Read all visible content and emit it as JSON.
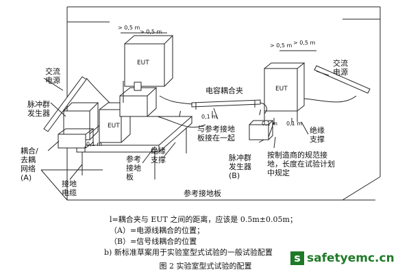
{
  "labels": {
    "ac_power_left": "交流\n电源",
    "burst_gen_left": "脉冲群\n发生器",
    "coupling_network": "耦合/\n去耦\n网络\n(A)",
    "ground_cable": "接地\n电缆",
    "eut_upper": "EUT",
    "eut_lower": "EUT",
    "eut_right": "EUT",
    "ref_ground_plane_table": "参考\n接地\n板",
    "insulating_support_mid": "绝缘\n支撑",
    "capacitive_clamp": "电容耦合夹",
    "connect_to_ref_plane": "与参考接地\n板接在一起",
    "burst_gen_right": "脉冲群\n发生器\n(B)",
    "ground_per_spec": "按制造商的规范接\n地，长度在试验计划\n中规定",
    "insulating_support_right": "绝缘\n支撑",
    "ac_power_right": "交流\n电源",
    "ref_ground_plane_floor": "参考接地板",
    "marker_l1": "l",
    "marker_l2": "l"
  },
  "dimensions": {
    "top_left_a": "> 0,5 m",
    "top_left_b": "> 0,5 m",
    "top_right_a": "> 0,5 m",
    "top_right_b": "> 0,5 m",
    "table_height": "0,1 m",
    "mid_clamp": "0,1 m",
    "right_eut_a": "0,1 m",
    "right_eut_b": "0,1 m"
  },
  "notes": {
    "line1": "l=耦合夹与 EUT 之间的距离，应该是 0.5m±0.05m；",
    "line2": "（A）=电源线耦合的位置；",
    "line3": "（B）=信号线耦合的位置"
  },
  "caption_b": "b)  新标准草案用于实验室型式试验的一般试验配置",
  "figure_caption": "图 2  实验室型式试验的配置",
  "watermark": {
    "icon": "s",
    "text": "safetyemc.cn",
    "color": "#1f7a28"
  }
}
